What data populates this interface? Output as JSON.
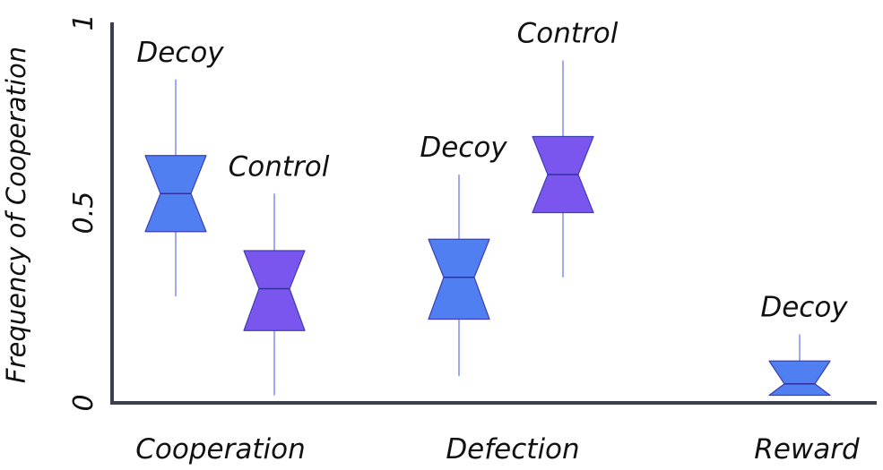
{
  "chart_data": {
    "type": "box",
    "title": "",
    "xlabel": "",
    "ylabel": "Frequency of Cooperation",
    "ylim": [
      0,
      1
    ],
    "y_ticks": [
      {
        "value": 0,
        "label": "0"
      },
      {
        "value": 0.5,
        "label": "0.5"
      },
      {
        "value": 1,
        "label": "1"
      }
    ],
    "grid": false,
    "legend": "none",
    "categories": [
      "Cooperation",
      "Defection",
      "Reward"
    ],
    "boxes": [
      {
        "category": "Cooperation",
        "label": "Decoy",
        "color": "#4f7ff0",
        "min": 0.28,
        "q1": 0.45,
        "median": 0.55,
        "q3": 0.65,
        "max": 0.85
      },
      {
        "category": "Cooperation",
        "label": "Control",
        "color": "#7a55ee",
        "min": 0.02,
        "q1": 0.19,
        "median": 0.3,
        "q3": 0.4,
        "max": 0.55
      },
      {
        "category": "Defection",
        "label": "Decoy",
        "color": "#4f7ff0",
        "min": 0.07,
        "q1": 0.22,
        "median": 0.33,
        "q3": 0.43,
        "max": 0.6
      },
      {
        "category": "Defection",
        "label": "Control",
        "color": "#7a55ee",
        "min": 0.33,
        "q1": 0.5,
        "median": 0.6,
        "q3": 0.7,
        "max": 0.9
      },
      {
        "category": "Reward",
        "label": "Decoy",
        "color": "#4f7ff0",
        "min": 0.02,
        "q1": 0.02,
        "median": 0.05,
        "q3": 0.11,
        "max": 0.18
      }
    ],
    "colors": {
      "decoy": "#4f7ff0",
      "control": "#7a55ee",
      "axis": "#3b3f4e",
      "whisker": "#7f8cf2"
    }
  }
}
